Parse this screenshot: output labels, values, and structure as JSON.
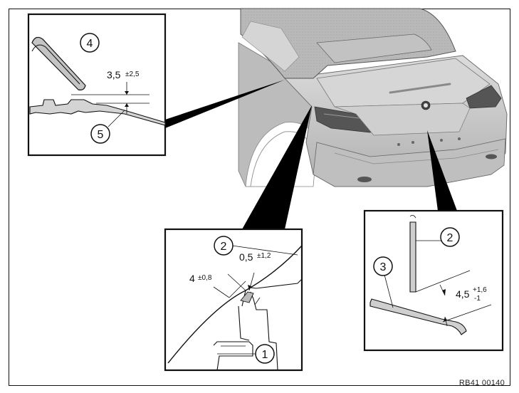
{
  "figure_ref": "RB41 00140",
  "callouts": {
    "c1": "1",
    "c2": "2",
    "c3": "3",
    "c4": "4",
    "c5": "5"
  },
  "dimensions": {
    "d_top_value": "3,5",
    "d_top_tol": "±2,5",
    "d_gap_value": "0,5",
    "d_gap_tol": "±1,2",
    "d_width_value": "4",
    "d_width_tol": "±0,8",
    "d_right_value": "4,5",
    "d_right_tol_plus": "+1,6",
    "d_right_tol_minus": "-1"
  },
  "colors": {
    "car_body": "#c9c9c9",
    "car_dark": "#8a8a8a",
    "roof": "#b5b5b5",
    "leader": "#000000",
    "seal_fill": "#bdbdbd"
  }
}
